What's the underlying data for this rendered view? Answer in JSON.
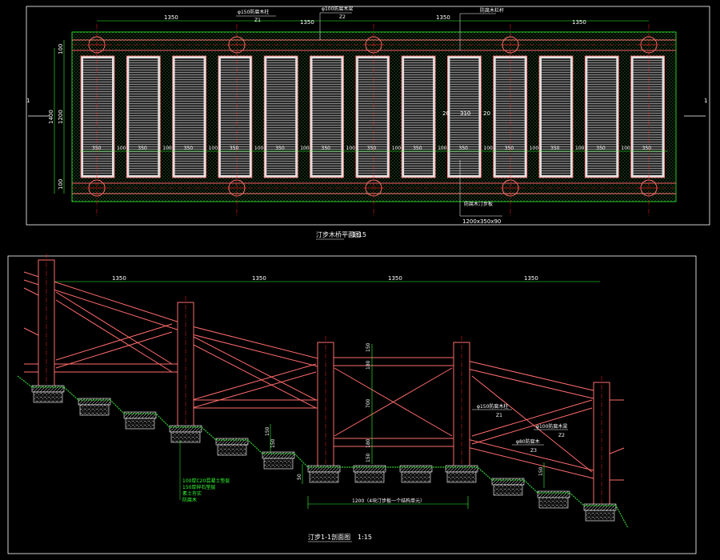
{
  "colors": {
    "background": "#000000",
    "frame": "#ffffff",
    "timber": "#ff6b6b",
    "dimension": "#33ff33",
    "centerline": "#ff2020",
    "hatch": "#3a8a3a",
    "slab": "#c8c8c8",
    "text": "#ffffff"
  },
  "plan": {
    "title": "汀步木桥平面图",
    "scale": "1:15",
    "section_mark": "1",
    "top_dims": [
      "1350",
      "1350",
      "1350",
      "1350"
    ],
    "left_dims": [
      "100",
      "1200",
      "100"
    ],
    "left_total": "1400",
    "post_note": "φ150防腐木柱",
    "post_code": "Z1",
    "rail_note": "φ100防腐木梁",
    "rail_code": "Z2",
    "edge_note": "防腐木栏杆",
    "plank_dims": [
      "350",
      "100",
      "350",
      "100",
      "350",
      "100",
      "350",
      "100",
      "350",
      "100",
      "350",
      "100",
      "350",
      "100",
      "350",
      "100",
      "350",
      "100",
      "350",
      "100",
      "350",
      "100",
      "350",
      "100",
      "350"
    ],
    "mid_dims": [
      "20",
      "310",
      "20"
    ],
    "slab_note": "防腐木汀步板",
    "slab_size": "1200x350x90"
  },
  "elevation": {
    "title": "汀步1-1剖面图",
    "scale": "1:15",
    "top_dims": [
      "1350",
      "1350",
      "1350",
      "1350"
    ],
    "mid_dims": [
      "150",
      "180",
      "700",
      "180",
      "150"
    ],
    "post_note": "φ150防腐木柱",
    "post_code": "Z1",
    "rail_note": "φ100防腐木梁",
    "rail_code": "Z2",
    "brace_note": "φ80防腐木",
    "brace_code": "Z3",
    "bottom_dim": "1200（4块汀步板一个结构单元）",
    "side_dims": [
      "150",
      "150",
      "50"
    ],
    "leader_notes": [
      "100厚C20混凝土垫层",
      "150厚碎石垫层",
      "素土夯实",
      "防腐木"
    ]
  }
}
